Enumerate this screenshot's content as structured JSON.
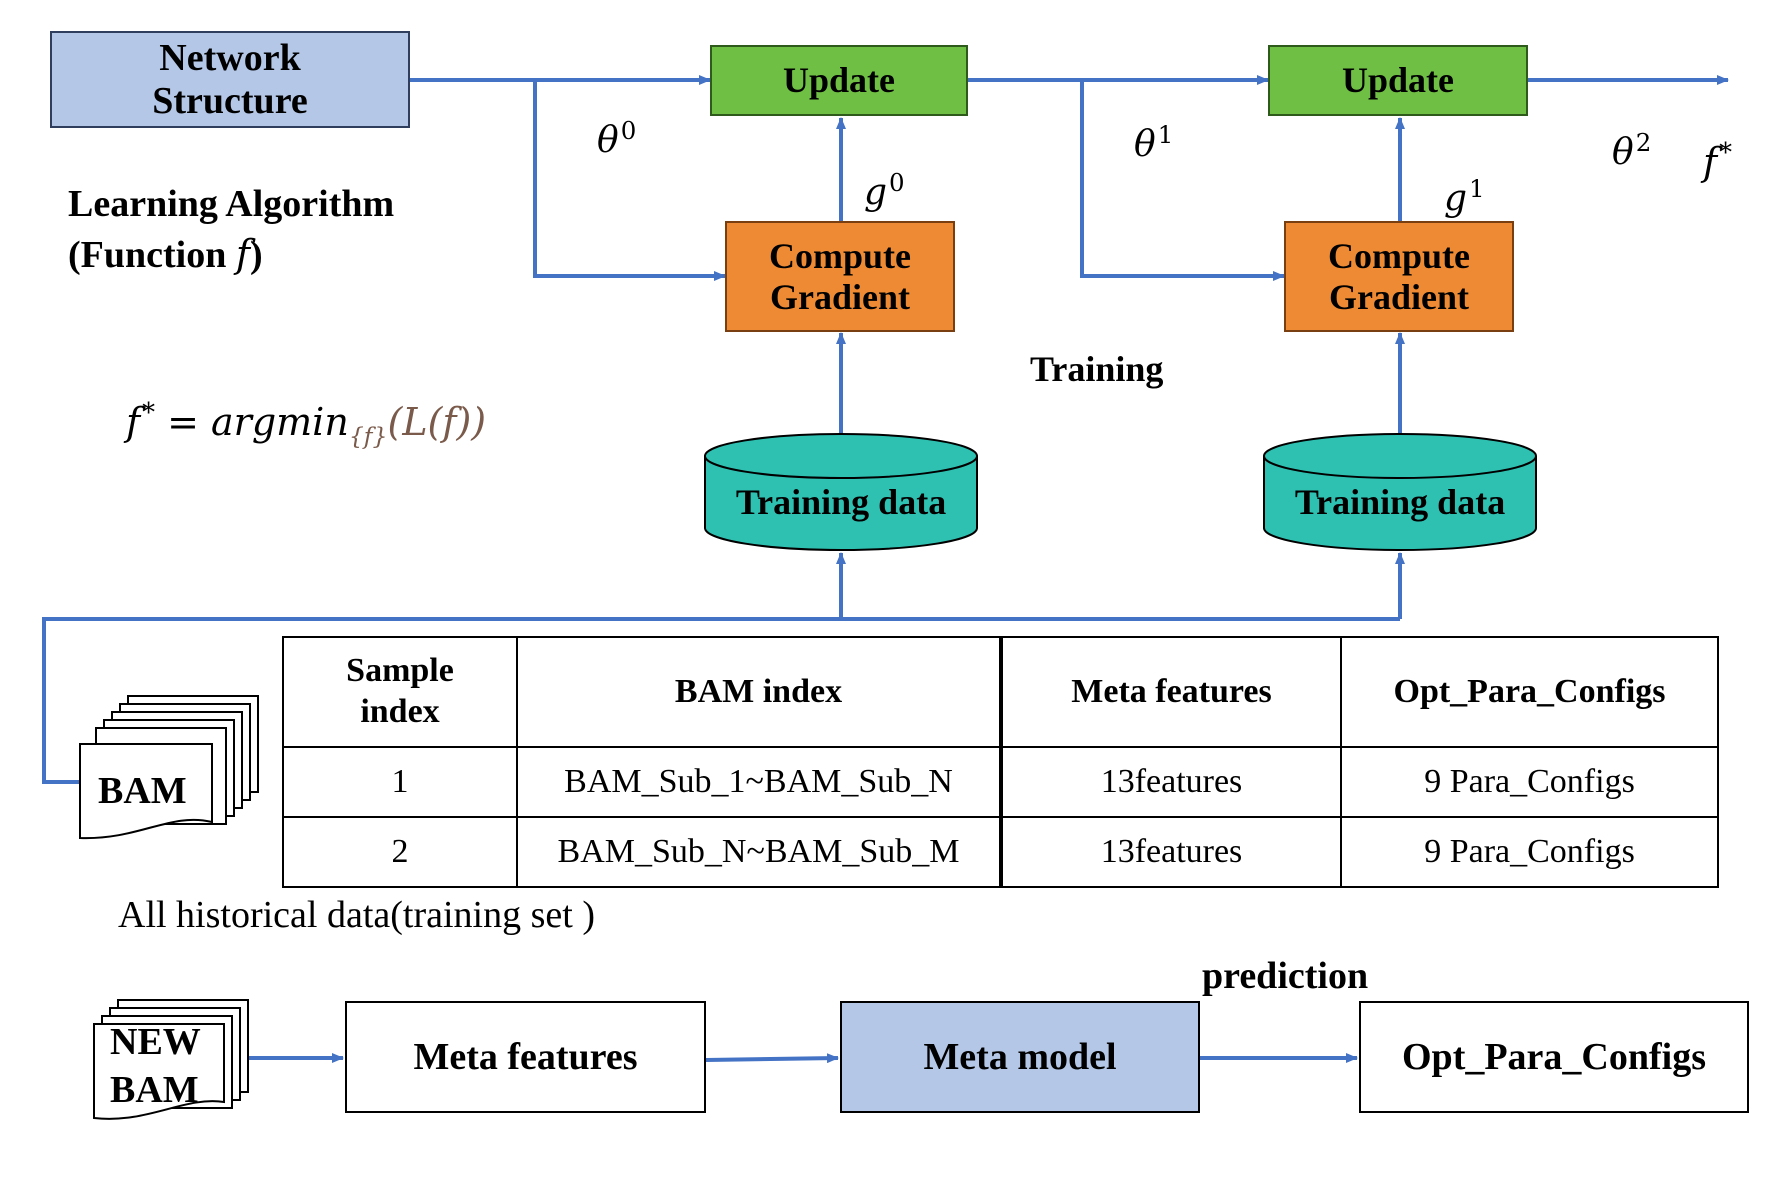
{
  "network_structure": "Network Structure",
  "update_box": "Update",
  "compute_gradient_box": "Compute Gradient",
  "training_data_box": "Training data",
  "training_label": "Training",
  "learning_algorithm": {
    "line1": "Learning Algorithm",
    "line2_prefix": "(Function ",
    "line2_var": "f",
    "line2_suffix": ")"
  },
  "math": {
    "theta": "θ",
    "theta_sup": [
      "0",
      "1",
      "2"
    ],
    "g": "g",
    "g_sup": [
      "0",
      "1"
    ],
    "f_star_base": "f",
    "f_star_sup": "*",
    "objective_lhs": "f",
    "objective_eq": " = argmin",
    "objective_sub": "{f}",
    "objective_rhs": "(L(f))"
  },
  "bam_doc": "BAM",
  "new_bam_doc": {
    "line1": "NEW",
    "line2": "BAM"
  },
  "table": {
    "headers": [
      "Sample index",
      "BAM index",
      "Meta features",
      "Opt_Para_Configs"
    ],
    "rows": [
      [
        "1",
        "BAM_Sub_1~BAM_Sub_N",
        "13features",
        "9 Para_Configs"
      ],
      [
        "2",
        "BAM_Sub_N~BAM_Sub_M",
        "13features",
        "9 Para_Configs"
      ]
    ]
  },
  "table_caption": "All historical data(training set )",
  "pipeline": {
    "meta_features": "Meta features",
    "meta_model": "Meta model",
    "prediction_label": "prediction",
    "output": "Opt_Para_Configs"
  },
  "colors": {
    "arrow_blue": "#4472c4",
    "network_box_fill": "#b4c7e7",
    "update_fill": "#70bf45",
    "gradient_fill": "#ee8a33",
    "training_data_fill": "#2ec1b2",
    "meta_model_fill": "#b4c7e7"
  }
}
